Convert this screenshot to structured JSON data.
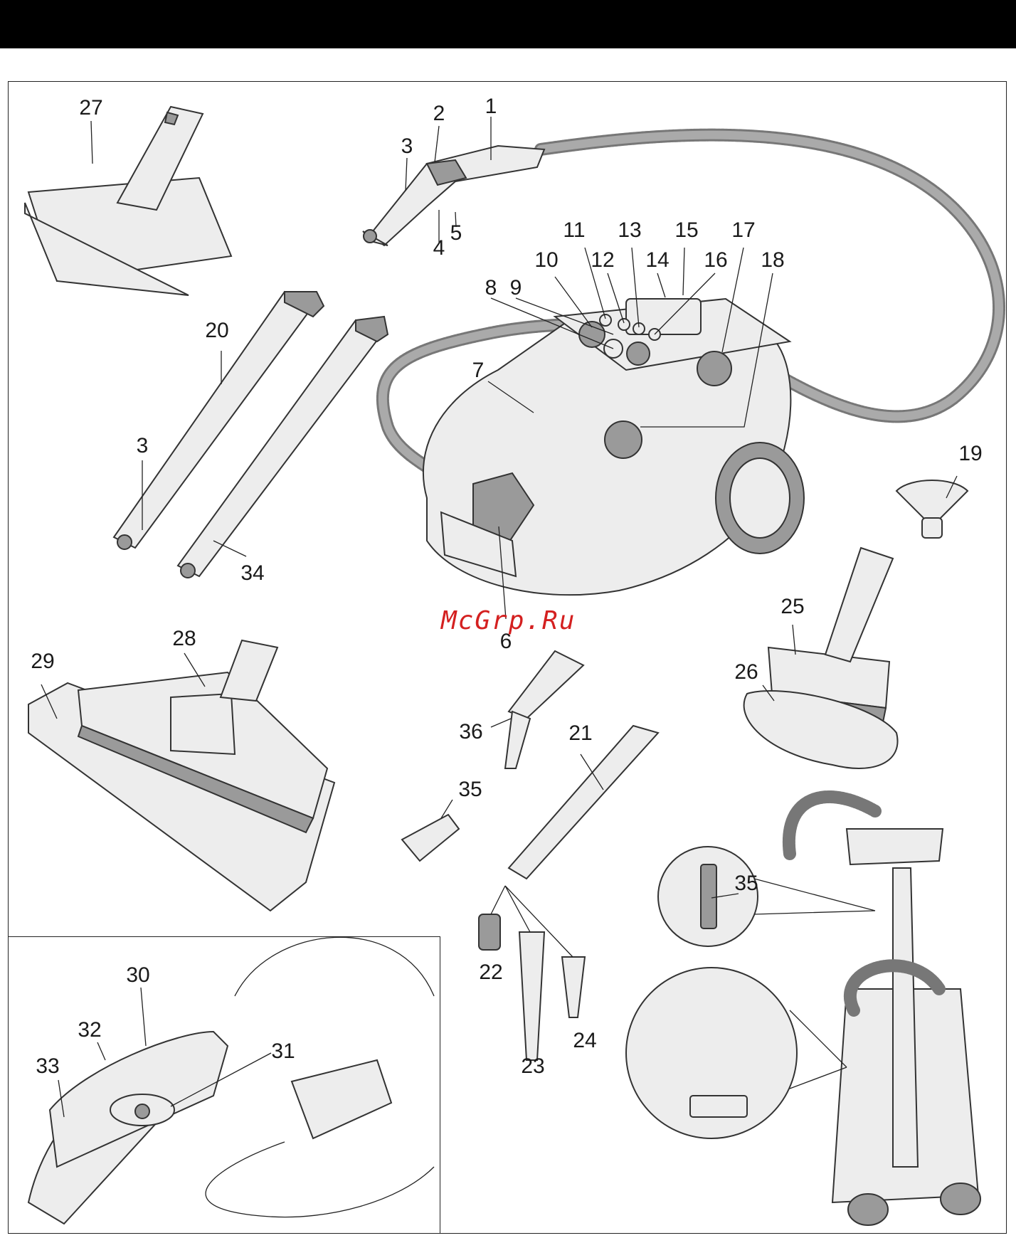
{
  "watermark": "McGrp.Ru",
  "callouts": [
    {
      "id": "1",
      "label": "1"
    },
    {
      "id": "2",
      "label": "2"
    },
    {
      "id": "3a",
      "label": "3"
    },
    {
      "id": "4",
      "label": "4"
    },
    {
      "id": "5",
      "label": "5"
    },
    {
      "id": "6",
      "label": "6"
    },
    {
      "id": "7",
      "label": "7"
    },
    {
      "id": "8",
      "label": "8"
    },
    {
      "id": "9",
      "label": "9"
    },
    {
      "id": "10",
      "label": "10"
    },
    {
      "id": "11",
      "label": "11"
    },
    {
      "id": "12",
      "label": "12"
    },
    {
      "id": "13",
      "label": "13"
    },
    {
      "id": "14",
      "label": "14"
    },
    {
      "id": "15",
      "label": "15"
    },
    {
      "id": "16",
      "label": "16"
    },
    {
      "id": "17",
      "label": "17"
    },
    {
      "id": "18",
      "label": "18"
    },
    {
      "id": "19",
      "label": "19"
    },
    {
      "id": "20",
      "label": "20"
    },
    {
      "id": "3b",
      "label": "3"
    },
    {
      "id": "34",
      "label": "34"
    },
    {
      "id": "21",
      "label": "21"
    },
    {
      "id": "22",
      "label": "22"
    },
    {
      "id": "23",
      "label": "23"
    },
    {
      "id": "24",
      "label": "24"
    },
    {
      "id": "25",
      "label": "25"
    },
    {
      "id": "26",
      "label": "26"
    },
    {
      "id": "27",
      "label": "27"
    },
    {
      "id": "28",
      "label": "28"
    },
    {
      "id": "29",
      "label": "29"
    },
    {
      "id": "30",
      "label": "30"
    },
    {
      "id": "31",
      "label": "31"
    },
    {
      "id": "32",
      "label": "32"
    },
    {
      "id": "33",
      "label": "33"
    },
    {
      "id": "35a",
      "label": "35"
    },
    {
      "id": "35b",
      "label": "35"
    },
    {
      "id": "36",
      "label": "36"
    }
  ]
}
